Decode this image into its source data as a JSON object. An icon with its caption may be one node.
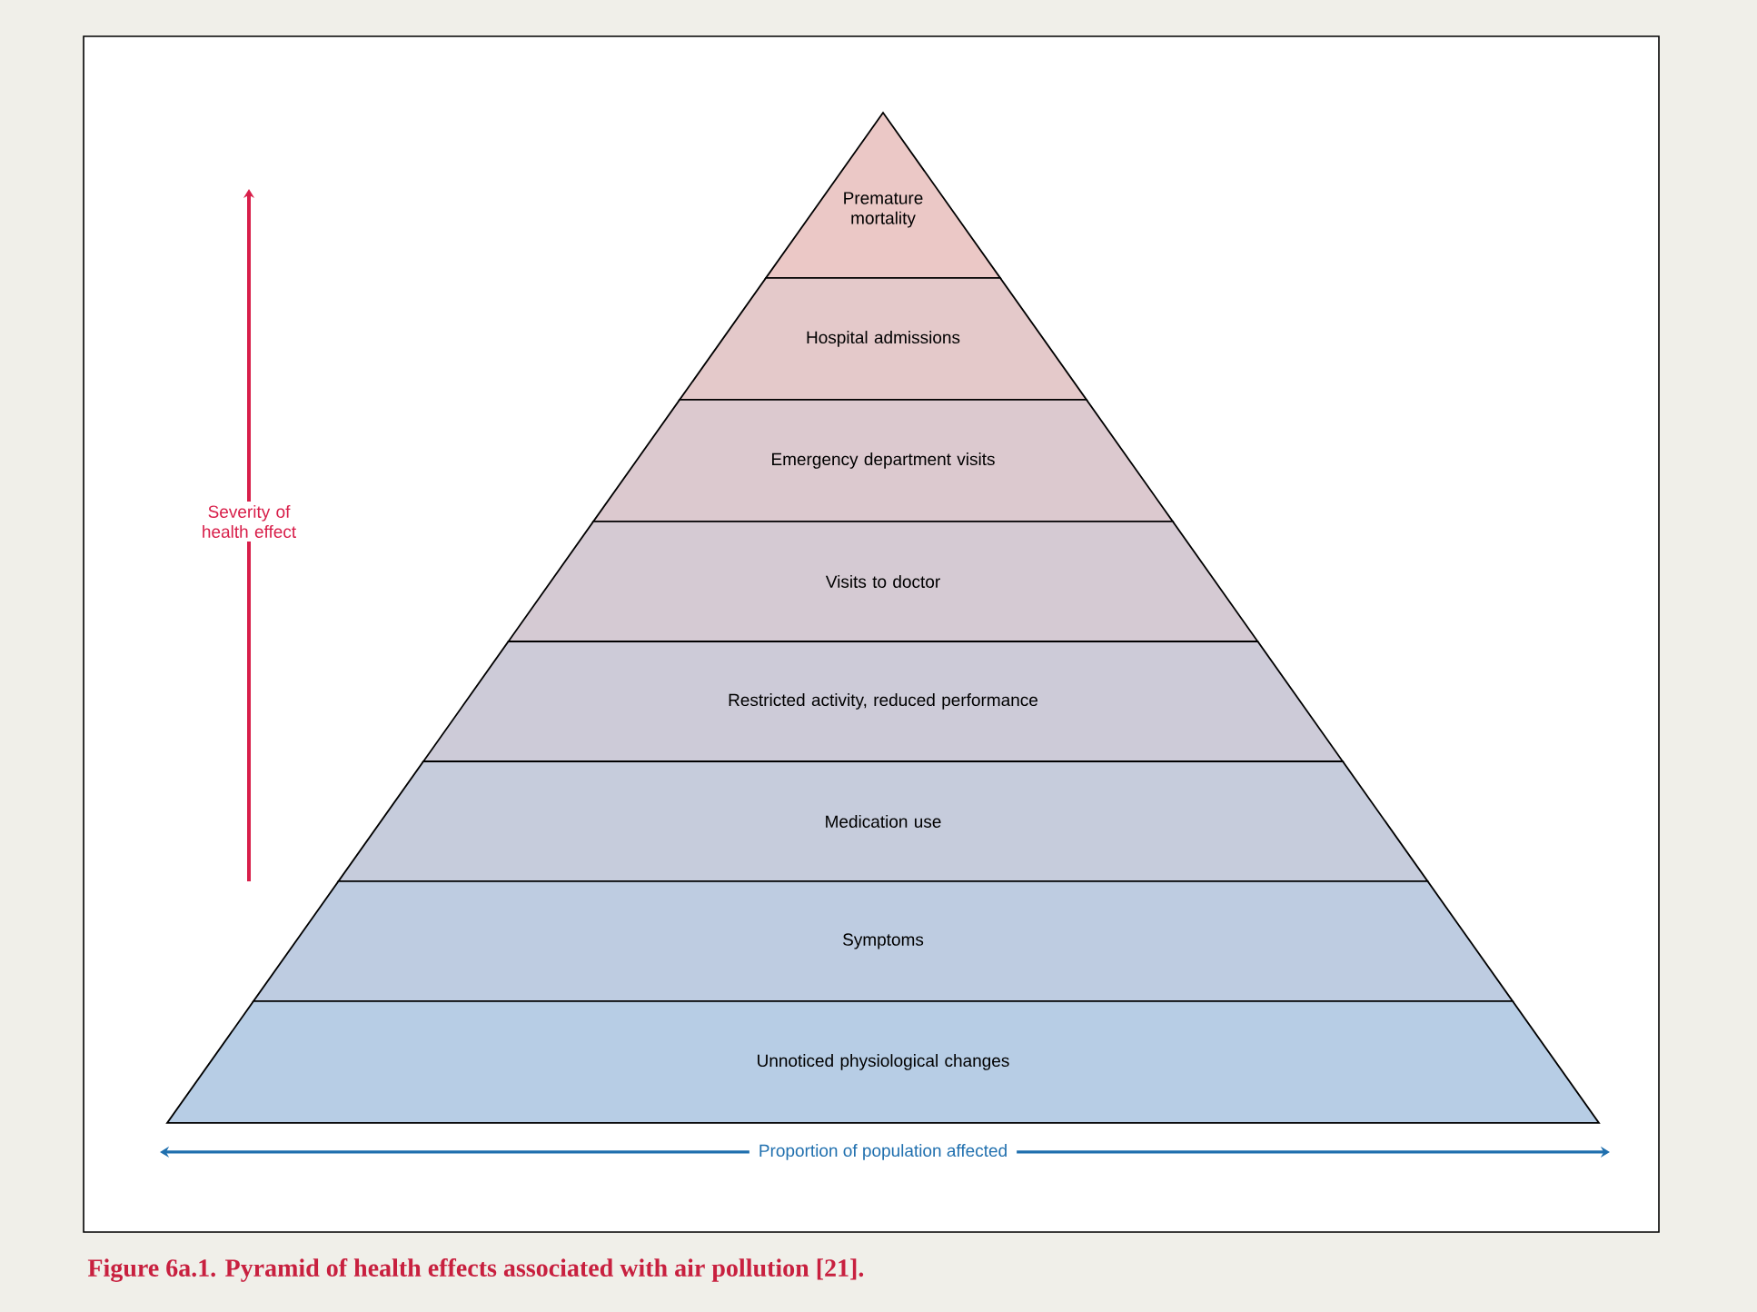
{
  "diagram": {
    "caption": "Figure 6a.1. Pyramid of health effects associated with air pollution [21].",
    "nodes": [
      {
        "text": [
          "Premature mortality"
        ]
      },
      {
        "text": [
          "Hospital admissions"
        ]
      },
      {
        "text": [
          "Emergency department visits"
        ]
      },
      {
        "text": [
          "Visits to doctor"
        ]
      },
      {
        "text": [
          "Restricted activity, reduced performance"
        ]
      },
      {
        "text": [
          "Medication use"
        ]
      },
      {
        "text": [
          "Symptoms"
        ]
      },
      {
        "text": [
          "Unnoticed physiological changes"
        ]
      }
    ],
    "edges": [],
    "labels": [
      "Severity of health effect",
      "Proportion of population affected"
    ]
  }
}
